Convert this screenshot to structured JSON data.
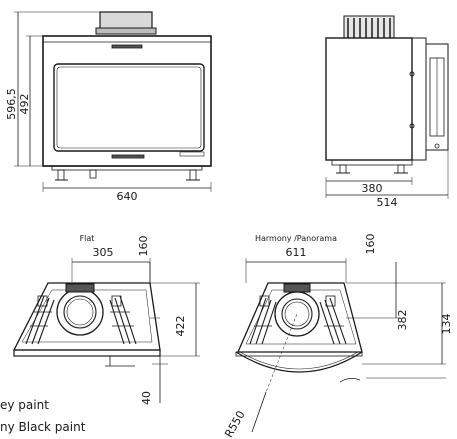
{
  "front_view": {
    "dim_total_height": "596,5",
    "dim_glass_height": "492",
    "dim_width": "640"
  },
  "side_view": {
    "dim_depth_inner": "380",
    "dim_depth_outer": "514"
  },
  "flat_plan": {
    "label": "Flat",
    "dim_width": "305",
    "dim_top": "160",
    "dim_depth": "422",
    "dim_offset": "40"
  },
  "harmony_plan": {
    "label": "Harmony /Panorama",
    "dim_width": "611",
    "dim_top": "160",
    "dim_depth": "382",
    "dim_right": "134",
    "dim_radius": "R550"
  },
  "notes": {
    "line1": "ey paint",
    "line2": "ny Black paint"
  }
}
